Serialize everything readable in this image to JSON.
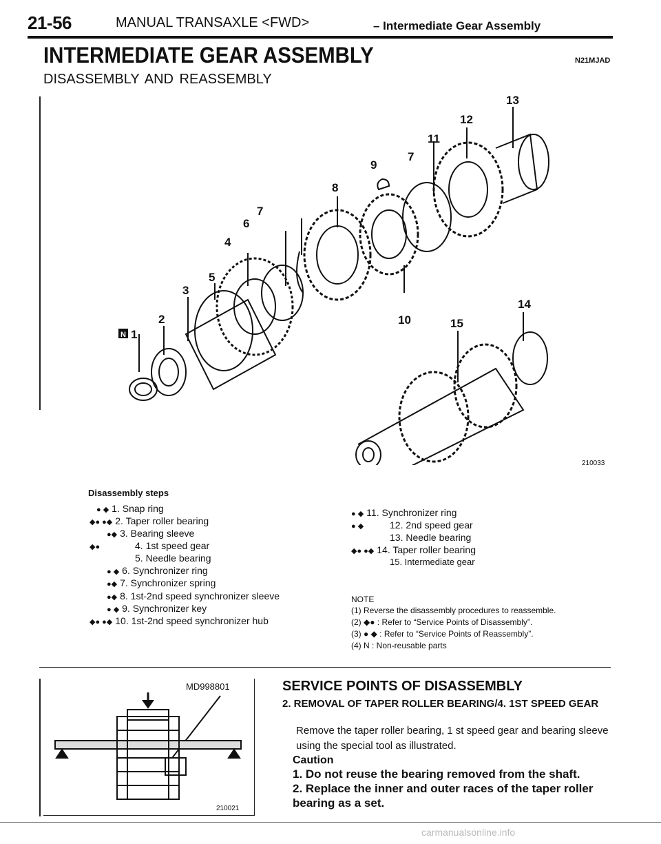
{
  "header": {
    "page_number": "21-56",
    "title": "MANUAL TRANSAXLE <FWD>",
    "subtitle": "– Intermediate Gear Assembly"
  },
  "main_title": "INTERMEDIATE GEAR ASSEMBLY",
  "section_code": "N21MJAD",
  "section_subtitle": "DISASSEMBLY AND REASSEMBLY",
  "figure1": {
    "id": "210033",
    "callouts": [
      "1",
      "2",
      "3",
      "4",
      "5",
      "6",
      "7",
      "7",
      "8",
      "9",
      "10",
      "11",
      "12",
      "13",
      "14",
      "15"
    ]
  },
  "disassembly_title": "Disassembly steps",
  "steps_left": [
    {
      "marker": "● ◆",
      "label": "1. Snap ring"
    },
    {
      "marker": "◆● ●◆",
      "label": "2. Taper roller bearing"
    },
    {
      "marker": "●◆",
      "label": "3. Bearing sleeve"
    },
    {
      "marker": "◆●",
      "label": "4. 1st speed gear"
    },
    {
      "marker": "",
      "label": "5. Needle bearing"
    },
    {
      "marker": "● ◆",
      "label": "6. Synchronizer ring"
    },
    {
      "marker": "●◆",
      "label": "7. Synchronizer spring"
    },
    {
      "marker": "●◆",
      "label": "8. 1st-2nd speed synchronizer sleeve"
    },
    {
      "marker": "● ◆",
      "label": "9. Synchronizer key"
    },
    {
      "marker": "◆● ●◆",
      "label": "10. 1st-2nd speed synchronizer hub"
    }
  ],
  "steps_right": [
    {
      "marker": "● ◆",
      "label": "11. Synchronizer ring"
    },
    {
      "marker": "● ◆",
      "label": "12. 2nd speed gear"
    },
    {
      "marker": "",
      "label": "13. Needle bearing"
    },
    {
      "marker": "◆● ●◆",
      "label": "14. Taper roller bearing"
    },
    {
      "marker": "",
      "label": "15. Intermediate gear"
    }
  ],
  "notes": {
    "title": "NOTE",
    "items": [
      "(1) Reverse the disassembly procedures to reassemble.",
      "(2) ◆● : Refer to “Service Points of Disassembly”.",
      "(3) ● ◆ : Refer to “Service Points of Reassembly”.",
      "(4) N : Non-reusable parts"
    ]
  },
  "figure2": {
    "id": "210021",
    "tool_label": "MD998801"
  },
  "service_points": {
    "title": "SERVICE POINTS OF DISASSEMBLY",
    "item": "2. REMOVAL OF TAPER ROLLER BEARING/4. 1ST SPEED GEAR",
    "text": "Remove the taper roller bearing, 1 st speed gear and bearing sleeve using the special tool as illustrated.",
    "caution_title": "Caution",
    "caution_1": "1. Do not reuse the bearing removed from the shaft.",
    "caution_2": "2. Replace the inner and outer races of the taper roller bearing as a set."
  },
  "footer": "carmanualsonline.info"
}
